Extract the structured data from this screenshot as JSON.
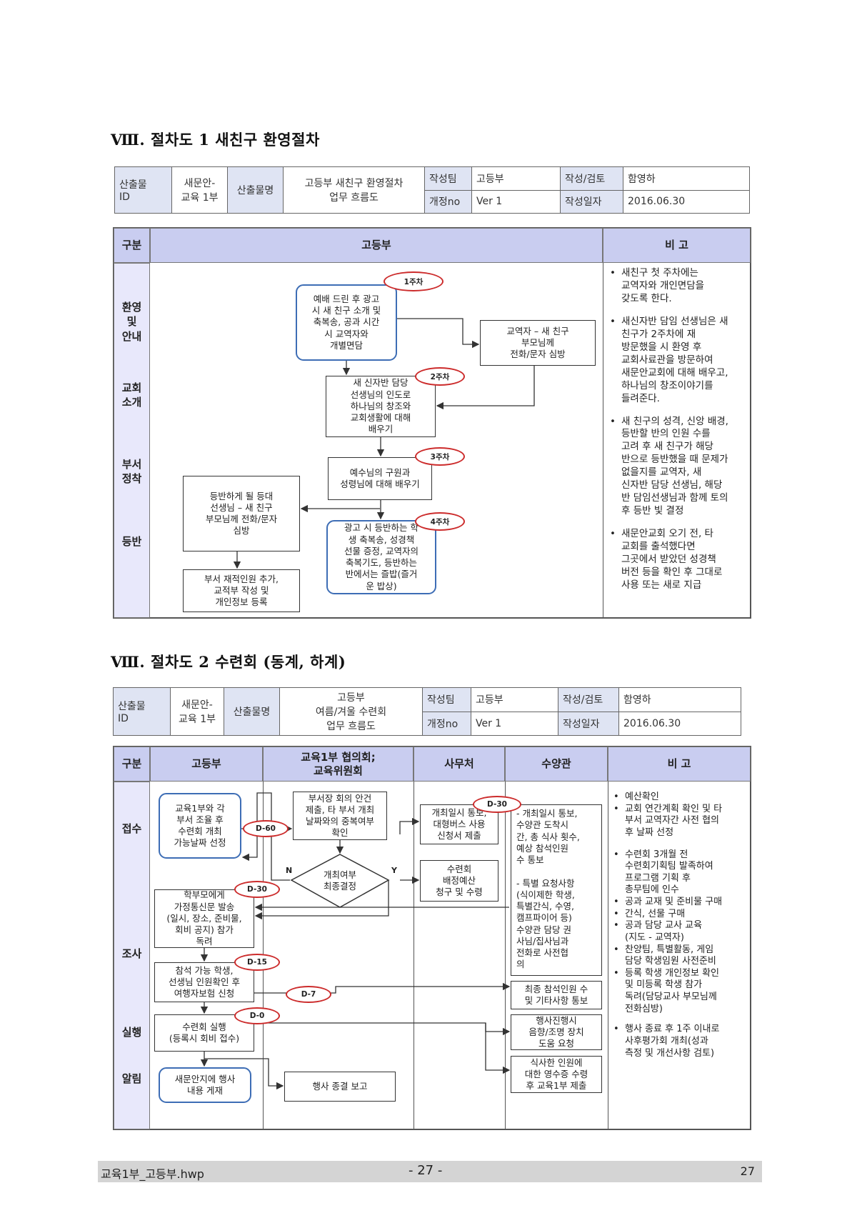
{
  "section1": {
    "title": "Ⅷ. 절차도 1 새친구 환영절차",
    "meta": {
      "id_label": "산출물\nID",
      "id_value": "새문안-\n교육 1부",
      "name_label": "산출물명",
      "name_value": "고등부 새친구 환영절차\n업무 흐름도",
      "team_label": "작성팀",
      "team_value": "고등부",
      "author_label": "작성/검토",
      "author_value": "함영하",
      "rev_label": "개정no",
      "rev_value": "Ver 1",
      "date_label": "작성일자",
      "date_value": "2016.06.30"
    },
    "headers": {
      "category": "구분",
      "dept": "고등부",
      "remarks": "비 고"
    },
    "rows": [
      "환영\n및\n안내",
      "교회\n소개",
      "부서\n정착",
      "등반"
    ],
    "boxes": {
      "announce": "예배 드린 후 광고\n시 새 친구 소개 및\n축복송, 공과 시간\n시 교역자와\n개별면담",
      "teacher_guide": "새 신자반 담당\n선생님의 인도로\n하나님의 창조와\n교회생활에 대해\n배우기",
      "salvation": "예수님의 구원과\n성령님에 대해 배우기",
      "promotion": "광고 시 등반하는 학\n생 축복송, 성경책\n선물 증정, 교역자의\n축복기도, 등반하는\n반에서는 즐밥(즐거\n운 밥상)",
      "parents_call": "교역자 – 새 친구\n부모님께\n전화/문자 심방",
      "class_teacher": "등반하게 될 등대\n선생님 – 새 친구\n부모님께 전화/문자\n심방",
      "register": "부서 재적인원 추가,\n교적부 작성 및\n개인정보 등록"
    },
    "weeks": [
      "1주차",
      "2주차",
      "3주차",
      "4주차"
    ],
    "notes": [
      "새친구 첫 주차에는\n교역자와 개인면담을\n갖도록 한다.",
      "새신자반 담임 선생님은 새\n친구가 2주차에 재\n방문했을 시 환영 후\n교회사료관을 방문하여\n새문안교회에 대해 배우고,\n하나님의 창조이야기를\n들려준다.",
      "새 친구의 성격, 신앙 배경,\n등반할 반의 인원 수를\n고려 후 새 친구가 해당\n반으로 등반했을 때 문제가\n없을지를 교역자, 새\n신자반 담당 선생님, 해당\n반 담임선생님과 함께 토의\n후 등반 빛 결정",
      "새문안교회 오기 전, 타\n교회를 출석했다면\n그곳에서 받았던 성경책\n버전 등을 확인 후 그대로\n사용 또는 새로 지급"
    ]
  },
  "section2": {
    "title": "Ⅷ. 절차도 2  수련회 (동계, 하계)",
    "meta": {
      "id_label": "산출물\nID",
      "id_value": "새문안-\n교육 1부",
      "name_label": "산출물명",
      "name_value": "고등부\n여름/겨울 수련회\n업무 흐름도",
      "team_label": "작성팀",
      "team_value": "고등부",
      "author_label": "작성/검토",
      "author_value": "함영하",
      "rev_label": "개정no",
      "rev_value": "Ver 1",
      "date_label": "작성일자",
      "date_value": "2016.06.30"
    },
    "headers": {
      "category": "구분",
      "dept": "고등부",
      "council": "교육1부 협의회;\n교육위원회",
      "office": "사무처",
      "facility": "수양관",
      "remarks": "비 고"
    },
    "rows": [
      "접수",
      "조사",
      "실행",
      "알림"
    ],
    "boxes": {
      "select_date": "교육1부와  각\n부서 조율 후\n수련회 개최\n가능날짜 선정",
      "agenda": "부서장 회의 안건\n제출, 타 부서 개최\n날짜와의 중복여부\n확인",
      "decision": "개최여부\n최종결정",
      "newsletter": "학부모에게\n가정통신문 발송\n(일시, 장소, 준비물,\n회비 공지) 참가\n독려",
      "insurance": "참석 가능 학생,\n선생님 인원확인 후\n여행자보험 신청",
      "execute": "수련회 실행\n(등록시 회비 접수)",
      "notice": "새문안지에 행사\n내용 게재",
      "report": "행사 종결 보고",
      "bus": "개최일시 통보,\n대형버스 사용\n신청서 제출",
      "budget": "수련회\n배정예산\n청구 및 수령",
      "facility_notice": "- 개최일시 통보,\n수양관 도착시\n간, 총 식사 횟수,\n예상 참석인원\n수 통보\n\n- 특별 요청사항\n(식이제한 학생,\n특별간식, 수영,\n캠프파이어 등)\n수양관 담당 권\n사님/집사님과\n전화로 사전협\n의",
      "final_count": "최종 참석인원 수\n및 기타사항 통보",
      "sound": "행사진행시\n음향/조명 장치\n도움 요청",
      "receipt": "식사한 인원에\n대한 영수증 수령\n후 교육1부 제출"
    },
    "dlabels": [
      "D-30",
      "D-60",
      "D-30",
      "D-15",
      "D-7",
      "D-0"
    ],
    "yes": "Y",
    "no": "N",
    "notes": [
      "예산확인",
      "교회 연간계획 확인 및 타\n부서 교역자간 사전 협의\n후 날짜 선정",
      "수련회 3개월 전\n수련회기획팀 발족하여\n프로그램 기획 후\n총무팀에 인수",
      "공과 교재 및 준비물 구매",
      "간식, 선물 구매",
      "공과 담당 교사 교육\n(지도 - 교역자)",
      "찬양팀, 특별활동, 게임\n담당 학생임원 사전준비",
      "등록 학생 개인정보 확인\n및 미등록 학생 참가\n독려(담당교사 부모님께\n전화심방)",
      "행사 종료 후 1주 이내로\n사후평가회 개최(성과\n측정 및 개선사항 검토)"
    ]
  },
  "footer": {
    "file": "교육1부_고등부.hwp",
    "center": "- 27 -",
    "page": "27"
  }
}
